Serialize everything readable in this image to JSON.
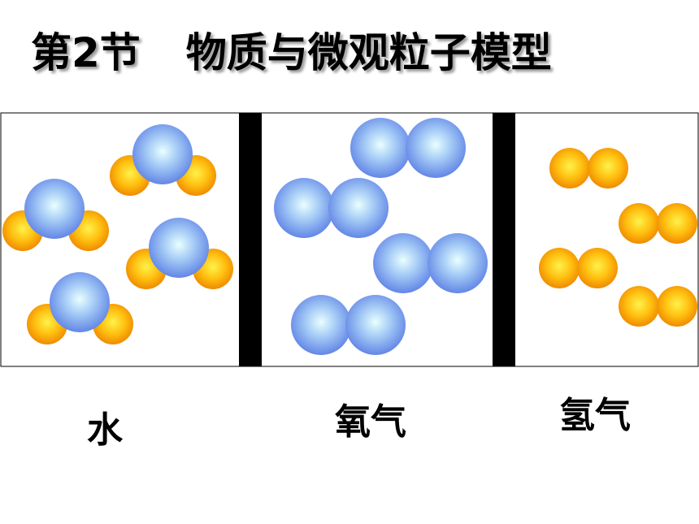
{
  "title": {
    "section": "第2节",
    "name": "物质与微观粒子模型"
  },
  "colors": {
    "oxygen_atom": "#6f93e8",
    "hydrogen_atom": "#f6a700",
    "divider": "#000000",
    "frame": "#000000"
  },
  "panels": [
    {
      "label": "水"
    },
    {
      "label": "氧气"
    },
    {
      "label": "氢气"
    }
  ]
}
